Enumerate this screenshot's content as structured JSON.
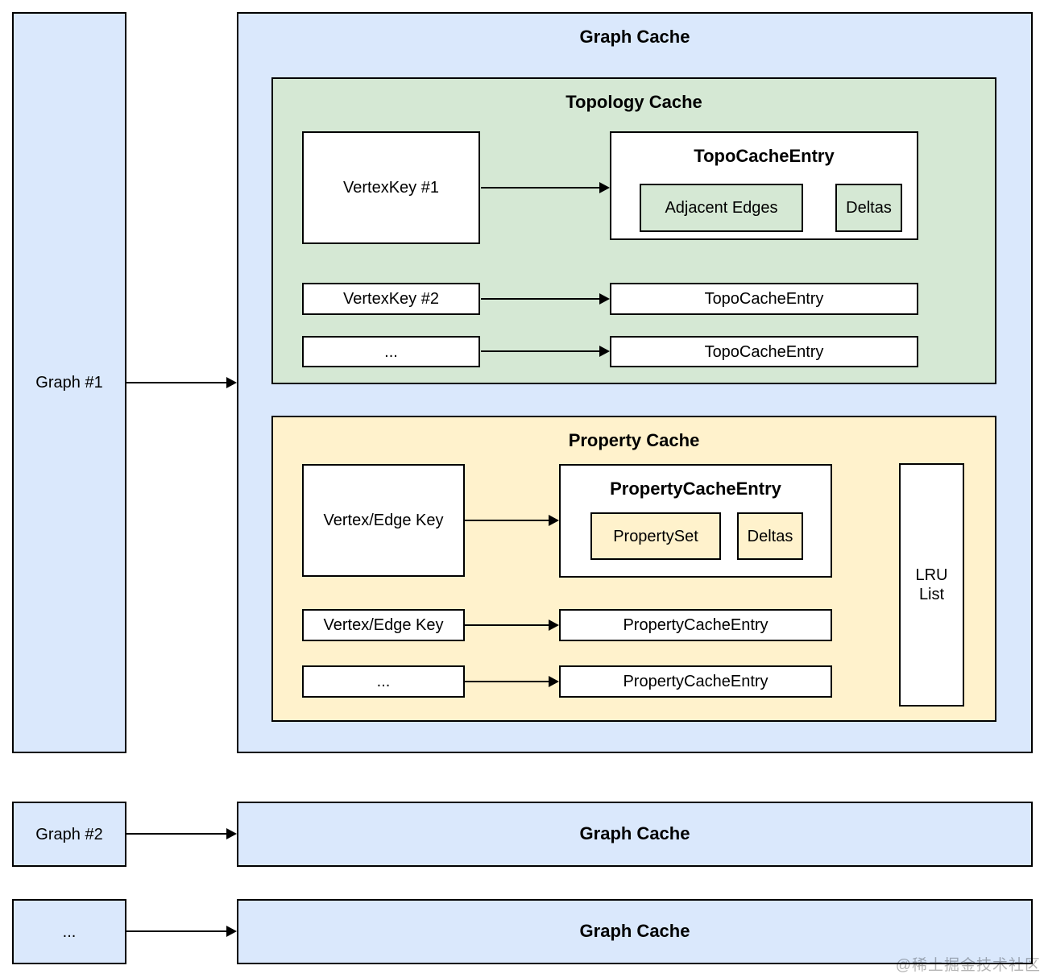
{
  "palette": {
    "container_blue": "#dae8fc",
    "topology_green": "#d5e8d4",
    "property_yellow": "#fff2cc",
    "box_white": "#ffffff",
    "border_black": "#000000",
    "watermark_gray": "#b3b3b3"
  },
  "left_column": {
    "graph1_label": "Graph #1",
    "graph2_label": "Graph #2",
    "ellipsis_label": "..."
  },
  "graph_cache": {
    "title": "Graph Cache",
    "topology_cache": {
      "title": "Topology Cache",
      "vertex_key_1": "VertexKey #1",
      "vertex_key_2": "VertexKey #2",
      "ellipsis": "...",
      "entry_detail": {
        "title": "TopoCacheEntry",
        "adjacent_edges": "Adjacent Edges",
        "deltas": "Deltas"
      },
      "entry_row_2": "TopoCacheEntry",
      "entry_row_3": "TopoCacheEntry"
    },
    "property_cache": {
      "title": "Property Cache",
      "vertex_edge_key_1": "Vertex/Edge Key",
      "vertex_edge_key_2": "Vertex/Edge Key",
      "ellipsis": "...",
      "entry_detail": {
        "title": "PropertyCacheEntry",
        "property_set": "PropertySet",
        "deltas": "Deltas"
      },
      "entry_row_2": "PropertyCacheEntry",
      "entry_row_3": "PropertyCacheEntry",
      "lru_list": "LRU List"
    }
  },
  "bottom_rows": {
    "graph_cache_row_1": "Graph Cache",
    "graph_cache_row_2": "Graph Cache"
  },
  "watermark": "@稀土掘金技术社区"
}
